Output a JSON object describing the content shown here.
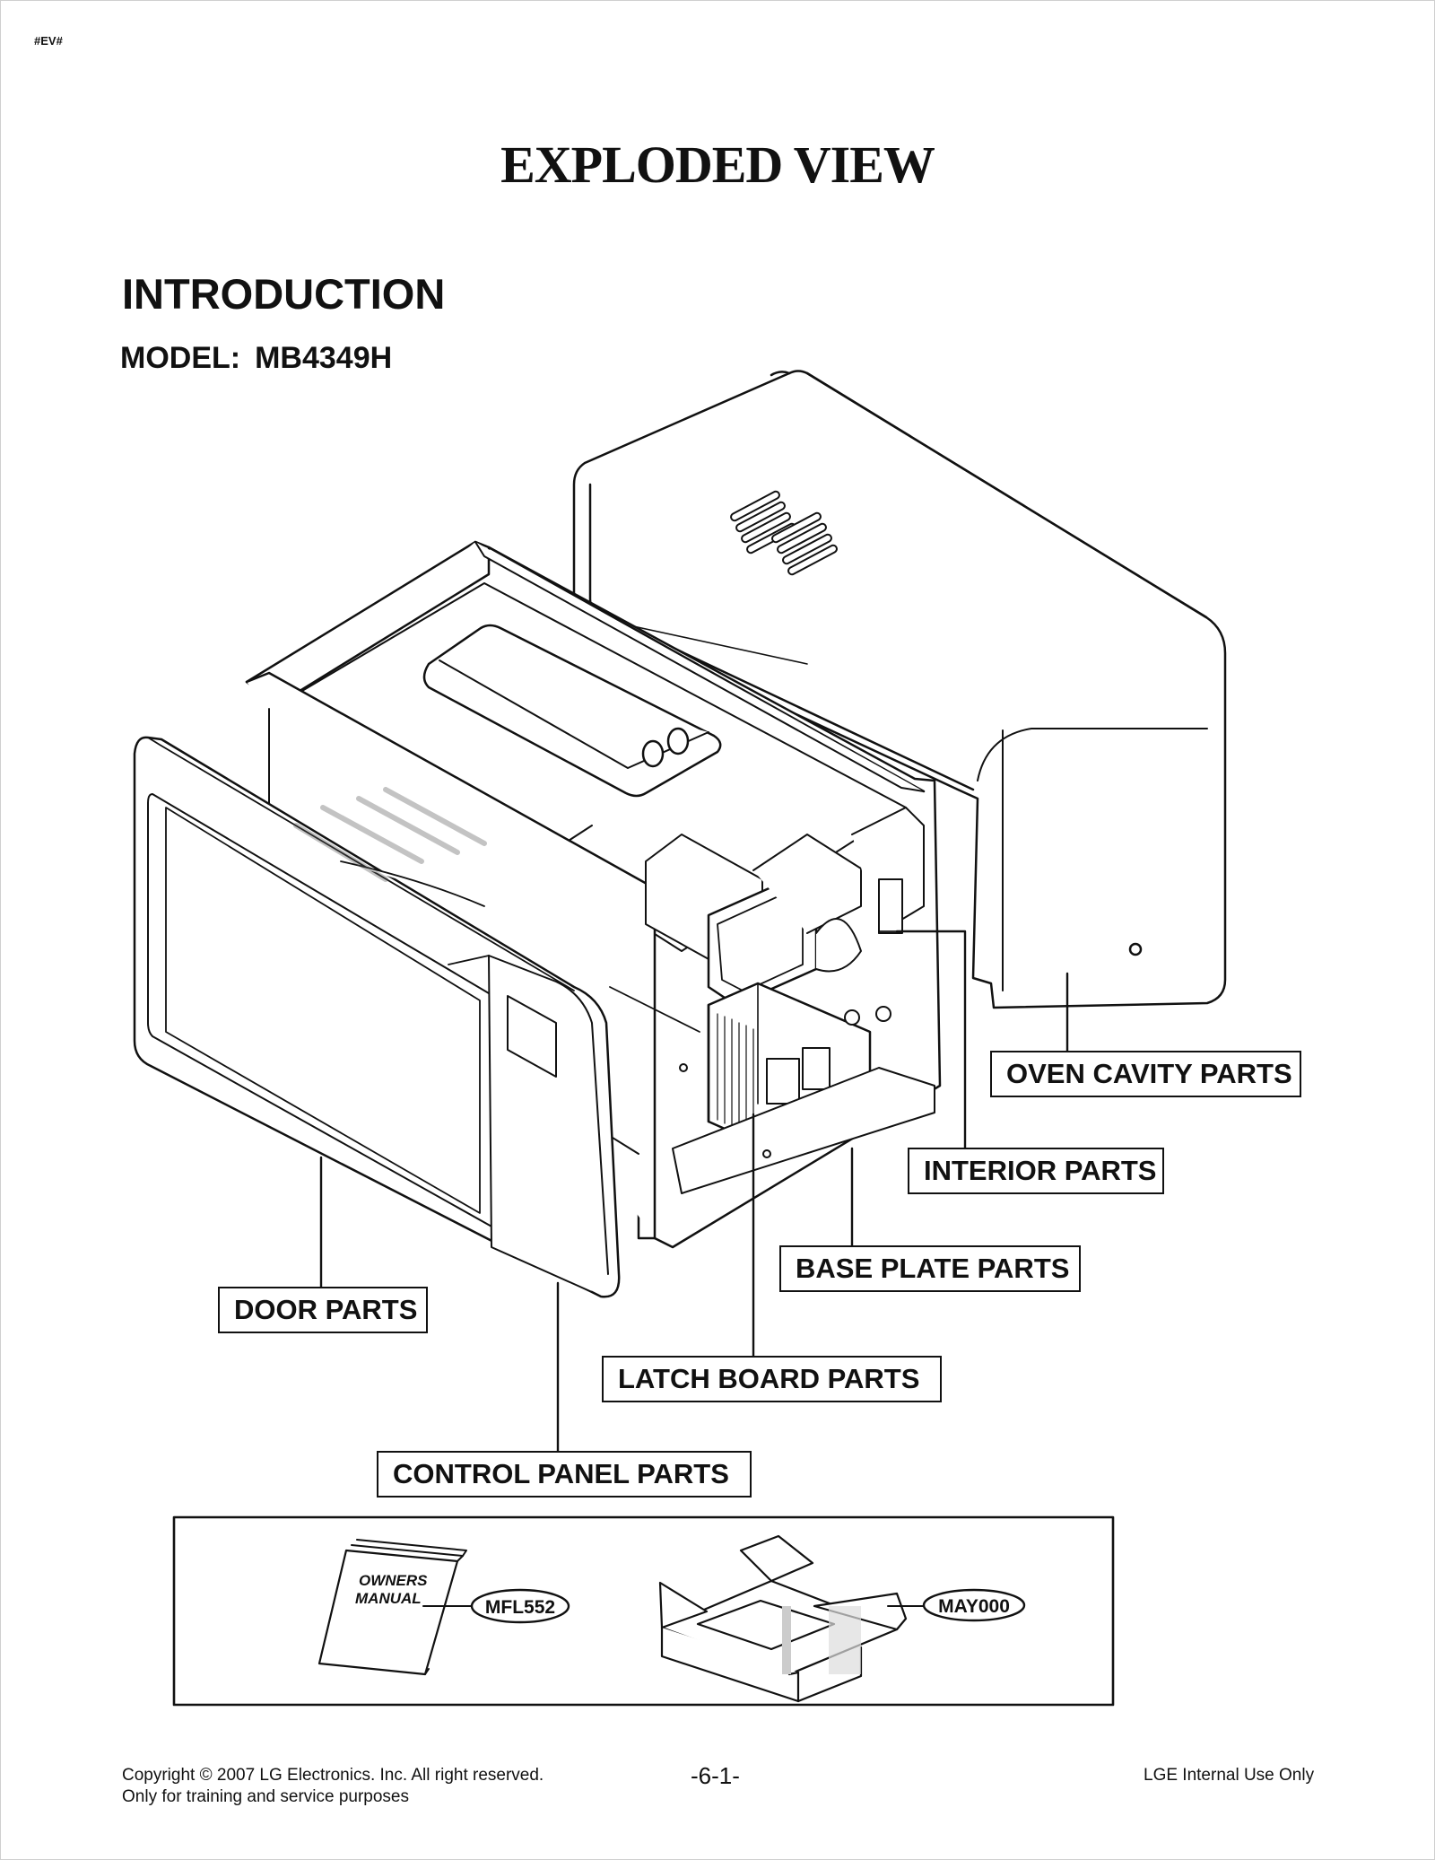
{
  "page_tag": "#EV#",
  "title": "EXPLODED VIEW",
  "section_heading": "INTRODUCTION",
  "model": {
    "label": "MODEL:",
    "value": "MB4349H"
  },
  "callouts": {
    "oven_cavity": "OVEN CAVITY PARTS",
    "interior": "INTERIOR PARTS",
    "base_plate": "BASE PLATE PARTS",
    "door": "DOOR PARTS",
    "latch_board": "LATCH BOARD PARTS",
    "control_panel": "CONTROL PANEL PARTS"
  },
  "accessories": {
    "manual_text": [
      "OWNERS",
      "MANUAL"
    ],
    "manual_code": "MFL552",
    "box_code": "MAY000"
  },
  "footer": {
    "copyright": "Copyright © 2007 LG Electronics. Inc. All right reserved.",
    "training": "Only for training and service purposes",
    "page_number": "-6-1-",
    "internal": "LGE Internal Use Only"
  }
}
